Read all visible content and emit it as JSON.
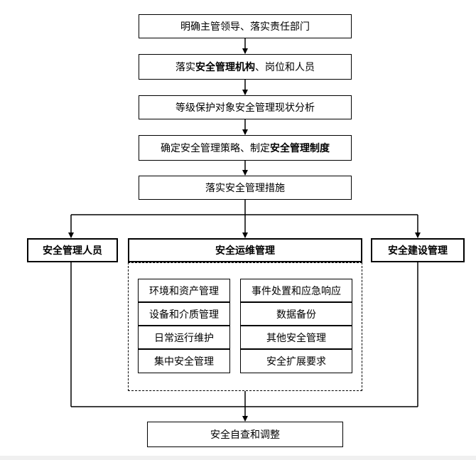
{
  "flow": {
    "step1": "明确主管领导、落实责任部门",
    "step2": {
      "pre": "落实",
      "bold": "安全管理机构",
      "post": "、岗位和人员"
    },
    "step3": "等级保护对象安全管理现状分析",
    "step4": {
      "pre": "确定安全管理策略、制定",
      "bold": "安全管理制度"
    },
    "step5": "落实安全管理措施",
    "final": "安全自查和调整"
  },
  "branches": {
    "left": "安全管理人员",
    "center": "安全运维管理",
    "right": "安全建设管理"
  },
  "ops_left": [
    "环境和资产管理",
    "设备和介质管理",
    "日常运行维护",
    "集中安全管理"
  ],
  "ops_right": [
    "事件处置和应急响应",
    "数据备份",
    "其他安全管理",
    "安全扩展要求"
  ]
}
